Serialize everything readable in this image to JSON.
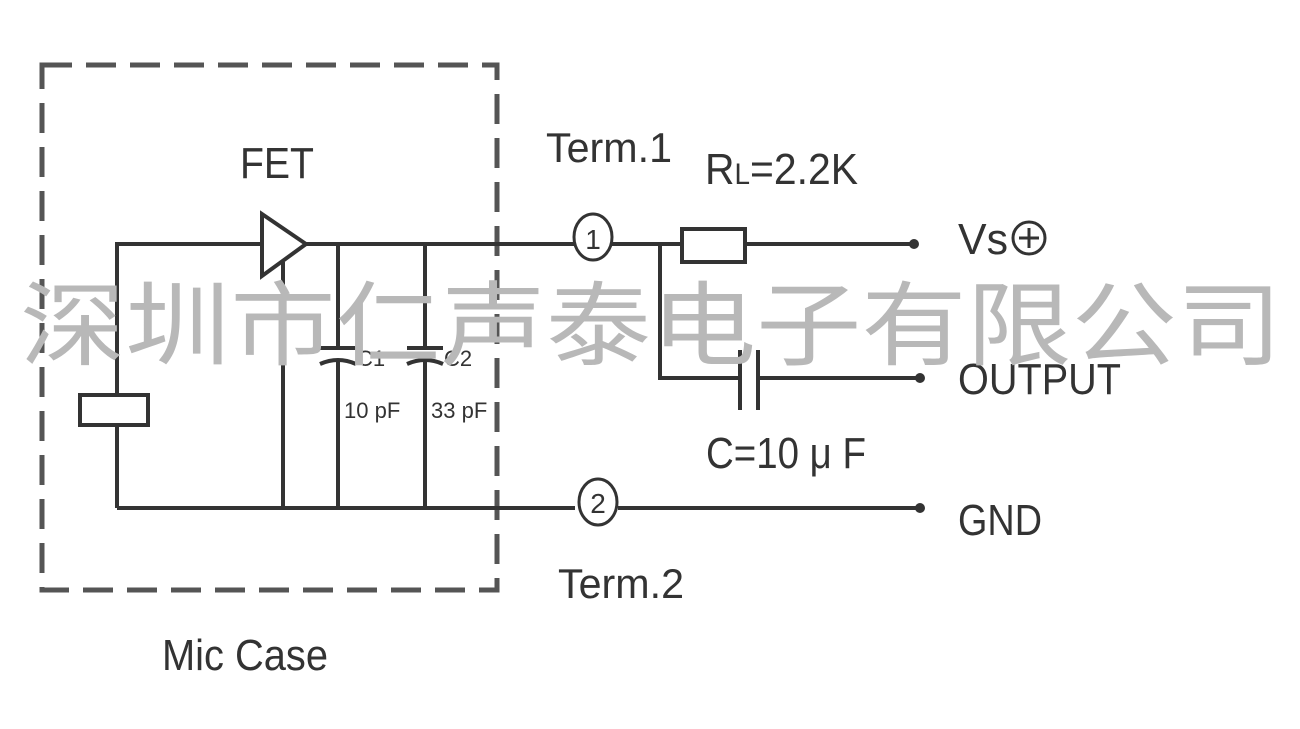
{
  "labels": {
    "fet": "FET",
    "term1": "Term.1",
    "term2": "Term.2",
    "rl_prefix": "R",
    "rl_sub": "L",
    "rl_value": "=2.2K",
    "vs": "Vs",
    "output": "OUTPUT",
    "c_out": "C=10 μ F",
    "gnd": "GND",
    "c1_name": "C1",
    "c1_value": "10 pF",
    "c2_name": "C2",
    "c2_value": "33 pF",
    "mic_case": "Mic Case",
    "pin1": "1",
    "pin2": "2"
  },
  "watermark": "深圳市仁声泰电子有限公司",
  "colors": {
    "line": "#333333",
    "dash": "#555555",
    "watermark": "#b8b8b8"
  }
}
